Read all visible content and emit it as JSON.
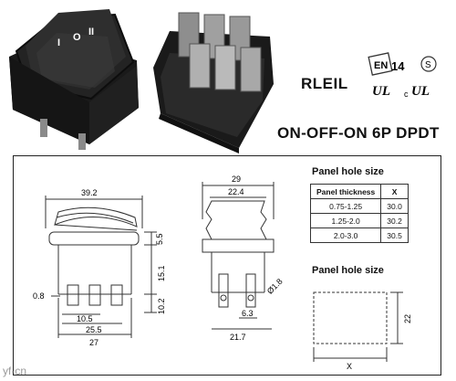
{
  "branding": {
    "brand_text": "RLEIL",
    "mark_en": "EN",
    "mark_14": "14",
    "mark_ul": "UL",
    "mark_c": "c",
    "mark_s": "S"
  },
  "product": {
    "spec": "ON-OFF-ON 6P DPDT",
    "switch_symbols": [
      "I",
      "O",
      "II"
    ]
  },
  "drawing": {
    "panel_table_heading": "Panel hole size",
    "panel_diagram_heading": "Panel hole size",
    "table": {
      "headers": [
        "Panel thickness",
        "X"
      ],
      "rows": [
        [
          "0.75-1.25",
          "30.0"
        ],
        [
          "1.25-2.0",
          "30.2"
        ],
        [
          "2.0-3.0",
          "30.5"
        ]
      ]
    },
    "front_view_dims": {
      "width_top": "39.2",
      "d_5_5": "5.5",
      "d_15_1": "15.1",
      "d_10_2": "10.2",
      "d_0_8": "0.8",
      "d_10_5": "10.5",
      "d_25_5": "25.5",
      "d_27": "27"
    },
    "side_view_dims": {
      "d_29": "29",
      "d_22_4": "22.4",
      "d_phi_1_8": "Ø1.8",
      "d_6_3": "6.3",
      "d_21_7": "21.7"
    },
    "hole_dims": {
      "x": "X",
      "y": "22"
    }
  },
  "watermark": "yf-cn",
  "colors": {
    "switch_body": "#1c1c1c",
    "frame": "#222222",
    "line": "#333333"
  }
}
